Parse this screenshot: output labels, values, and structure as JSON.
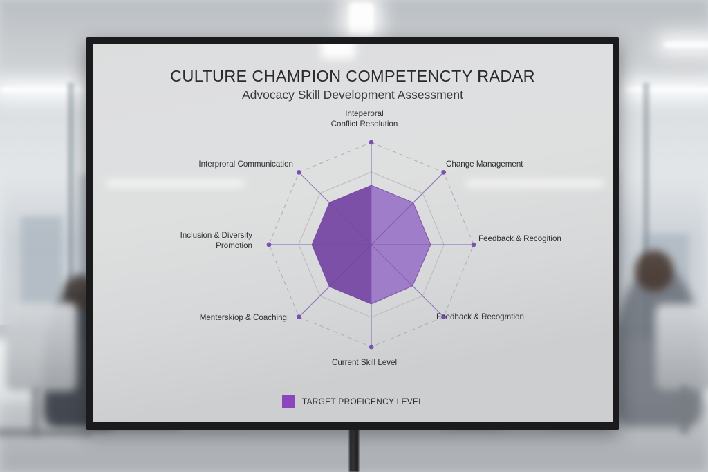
{
  "screen": {
    "title": "CULTURE CHAMPION COMPETENCTY RADAR",
    "subtitle": "Advocacy Skill Development Assessment"
  },
  "legend": {
    "swatch_color": "#8c45ba",
    "label": "TARGET PROFICENCY LEVEL"
  },
  "colors": {
    "fill_left": "#7d50a8",
    "fill_right": "#a07dc9",
    "axis_line": "#8a6fc0",
    "grid_line": "#b9b9bd",
    "outer_dashed": "#a8a8ae",
    "vertex_dot": "#7b50b0",
    "text": "#2f2f31"
  },
  "chart_data": {
    "type": "radar",
    "title": "CULTURE CHAMPION COMPETENCTY RADAR",
    "subtitle": "Advocacy Skill Development Assessment",
    "axes": [
      "Inteperoral\nConflict Resolution",
      "Change Management",
      "Feedback & Recogition",
      "Feedback & Recogmtion",
      "Current Skill Level",
      "Menterskiop & Coaching",
      "Inclusion & Diversity\nPromotion",
      "Interproral Communication"
    ],
    "axis_labels_flat": [
      "Inteperoral Conflict Resolution",
      "Change Management",
      "Feedback & Recogition",
      "Feedback & Recogmtion",
      "Current Skill Level",
      "Menterskiop & Coaching",
      "Inclusion & Diversity Promotion",
      "Interproral Communication"
    ],
    "series": [
      {
        "name": "TARGET PROFICENCY LEVEL",
        "color": "#8c45ba",
        "values": [
          58,
          58,
          58,
          57,
          58,
          58,
          58,
          58
        ]
      }
    ],
    "rings": [
      {
        "name": "outer-target-ring",
        "radius_pct": 100,
        "style": "dashed"
      },
      {
        "name": "mid-grid-ring",
        "radius_pct": 71,
        "style": "solid"
      }
    ],
    "rmax": 100,
    "grid": true,
    "legend_position": "bottom-center"
  },
  "axis_label_positions": [
    {
      "name": "axis-label-conflict-resolution",
      "x": 527,
      "y": 158,
      "align": "center"
    },
    {
      "name": "axis-label-change-management",
      "x": 645,
      "y": 231,
      "align": "left"
    },
    {
      "name": "axis-label-feedback-recogition",
      "x": 692,
      "y": 339,
      "align": "left"
    },
    {
      "name": "axis-label-feedback-recogmtion",
      "x": 631,
      "y": 452,
      "align": "left"
    },
    {
      "name": "axis-label-current-skill-level",
      "x": 527,
      "y": 518,
      "align": "center"
    },
    {
      "name": "axis-label-mentorship-coaching",
      "x": 415,
      "y": 453,
      "align": "right"
    },
    {
      "name": "axis-label-inclusion-diversity",
      "x": 365,
      "y": 334,
      "align": "right"
    },
    {
      "name": "axis-label-interpersonal-communication",
      "x": 424,
      "y": 231,
      "align": "right"
    }
  ]
}
